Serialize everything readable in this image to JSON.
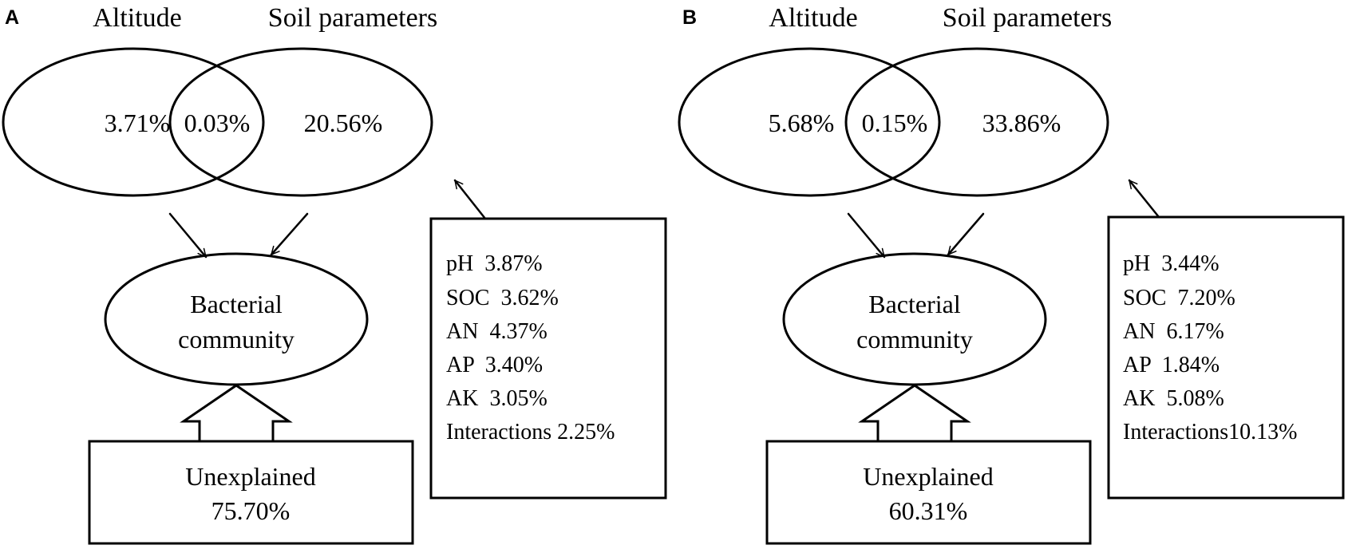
{
  "panels": [
    {
      "letter": "A",
      "set_left_label": "Altitude",
      "set_right_label": "Soil parameters",
      "left_only": "3.71%",
      "overlap": "0.03%",
      "right_only": "20.56%",
      "target_line1": "Bacterial",
      "target_line2": "community",
      "unexplained_label": "Unexplained",
      "unexplained_value": "75.70%",
      "soil_items": [
        "pH  3.87%",
        "SOC  3.62%",
        "AN  4.37%",
        "AP  3.40%",
        "AK  3.05%",
        "Interactions 2.25%"
      ]
    },
    {
      "letter": "B",
      "set_left_label": "Altitude",
      "set_right_label": "Soil parameters",
      "left_only": "5.68%",
      "overlap": "0.15%",
      "right_only": "33.86%",
      "target_line1": "Bacterial",
      "target_line2": "community",
      "unexplained_label": "Unexplained",
      "unexplained_value": "60.31%",
      "soil_items": [
        "pH  3.44%",
        "SOC  7.20%",
        "AN  6.17%",
        "AP  1.84%",
        "AK  5.08%",
        "Interactions10.13%"
      ]
    }
  ]
}
